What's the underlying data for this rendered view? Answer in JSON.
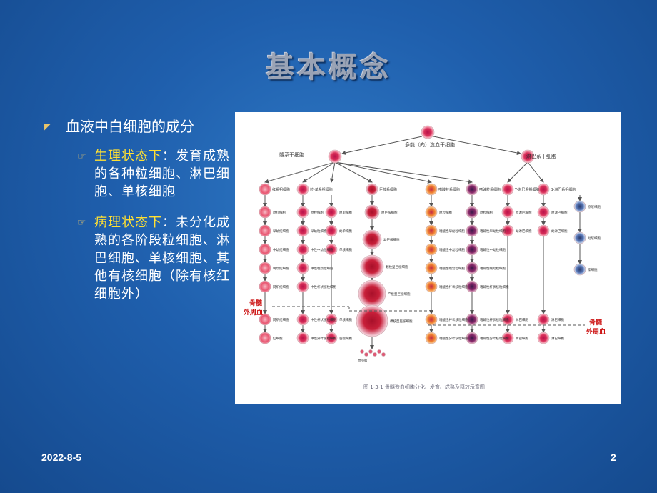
{
  "slide": {
    "title": "基本概念",
    "date": "2022-8-5",
    "page_number": "2"
  },
  "bullets": {
    "main": "血液中白细胞的成分",
    "sub1_label": "生理状态下",
    "sub1_text": "：发育成熟的各种粒细胞、淋巴细胞、单核细胞",
    "sub2_label": "病理状态下",
    "sub2_text": "：未分化成熟的各阶段粒细胞、淋巴细胞、单核细胞、其他有核细胞（除有核红细胞外）"
  },
  "figure": {
    "stem_cell": "多能（向）造血干细胞",
    "myeloid_stem": "髓系干细胞",
    "lymphoid_stem": "淋巴系干细胞",
    "bone_marrow": "骨髓",
    "peripheral_blood": "外周血",
    "caption": "图 1-3-1  骨髓造血细胞分化、发育、成熟及释放示意图",
    "columns": [
      {
        "header": "红系祖细胞",
        "cells": [
          "原红细胞",
          "早幼红细胞",
          "中幼红细胞",
          "晚幼红细胞",
          "网织红细胞"
        ],
        "blood": [
          "网织红细胞",
          "红细胞"
        ]
      },
      {
        "header": "粒-单系祖细胞",
        "cells": [
          "原粒细胞",
          "早幼粒细胞",
          "中性中幼粒细胞",
          "中性晚幼粒细胞",
          "中性杆状核粒细胞"
        ],
        "blood": [
          "中性杆状核粒细胞",
          "中性分叶核粒细胞"
        ]
      },
      {
        "header": "",
        "cells": [
          "原单细胞",
          "幼单细胞",
          "单核细胞"
        ],
        "blood": [
          "单核细胞",
          "巨噬细胞"
        ]
      },
      {
        "header": "巨核系细胞",
        "cells": [
          "原巨核细胞",
          "幼巨核细胞",
          "颗粒型巨核细胞",
          "产板型巨核细胞",
          "裸核型巨核细胞"
        ],
        "blood": [
          "血小板"
        ]
      },
      {
        "header": "嗜酸粒系细胞",
        "cells": [
          "原粒细胞",
          "嗜酸性早幼粒细胞",
          "嗜酸性中幼粒细胞",
          "嗜酸性晚幼粒细胞",
          "嗜酸性杆状核粒细胞"
        ],
        "blood": [
          "嗜酸性杆状核粒细胞",
          "嗜酸性分叶核粒细胞"
        ]
      },
      {
        "header": "嗜碱粒系细胞",
        "cells": [
          "原粒细胞",
          "嗜碱性早幼粒细胞",
          "嗜碱性中幼粒细胞",
          "嗜碱性晚幼粒细胞",
          "嗜碱性杆状核粒细胞"
        ],
        "blood": [
          "嗜碱性杆状核粒细胞",
          "嗜碱性分叶核粒细胞"
        ]
      },
      {
        "header": "T-淋巴系祖细胞",
        "cells": [
          "原淋巴细胞",
          "幼淋巴细胞"
        ],
        "blood": [
          "淋巴细胞",
          "淋巴细胞"
        ]
      },
      {
        "header": "B-淋巴系祖细胞",
        "cells": [
          "原淋巴细胞",
          "幼淋巴细胞"
        ],
        "blood": [
          "淋巴细胞",
          "淋巴细胞"
        ]
      },
      {
        "header": "",
        "cells": [
          "原浆细胞",
          "幼浆细胞",
          "浆细胞"
        ],
        "blood": []
      }
    ]
  },
  "colors": {
    "background": "#1f5fad",
    "title": "#9aa3b5",
    "highlight": "#ffe033",
    "marrow_label": "#cc1111"
  }
}
